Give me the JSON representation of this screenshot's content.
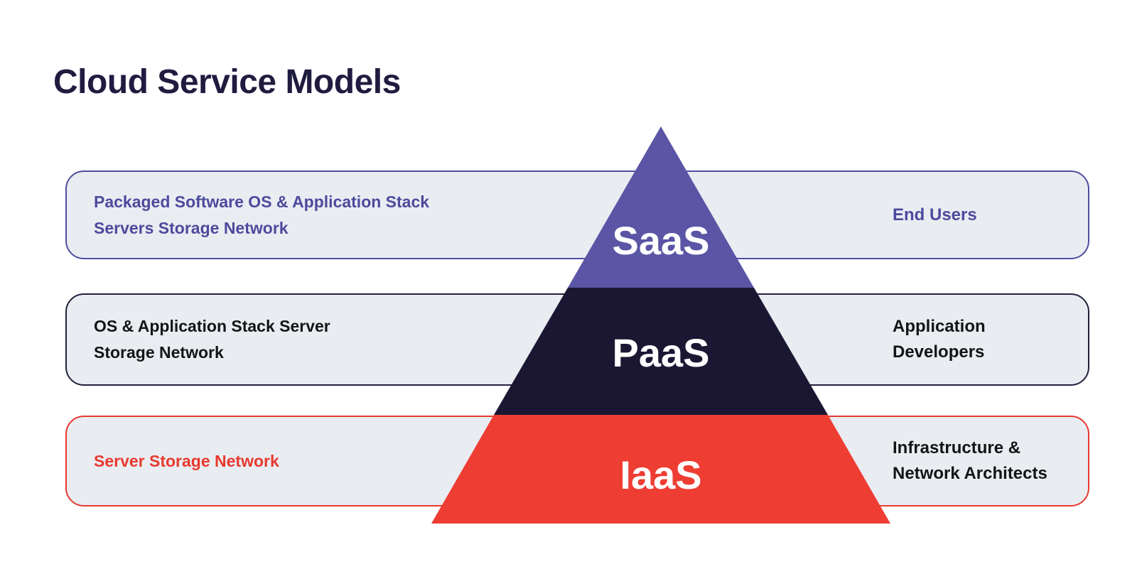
{
  "page": {
    "title": "Cloud Service Models"
  },
  "colors": {
    "saas_purple": "#5a55a5",
    "paas_dark_navy": "#1b1733",
    "iaas_red": "#ee3d33",
    "band_fill": "#e9edf2",
    "band1_accent": "#4c4a9c",
    "band2_accent": "#23203c",
    "band3_accent": "#e8392f",
    "title_color": "#201c40"
  },
  "pyramid": {
    "layers": [
      {
        "label": "SaaS",
        "color": "#5a55a5"
      },
      {
        "label": "PaaS",
        "color": "#1b1733"
      },
      {
        "label": "IaaS",
        "color": "#ee3d33"
      }
    ]
  },
  "rows": [
    {
      "left_lines": [
        "Packaged Software OS & Application Stack",
        "Servers Storage Network"
      ],
      "right_lines": [
        "End Users"
      ]
    },
    {
      "left_lines": [
        "OS & Application Stack Server",
        "Storage Network"
      ],
      "right_lines": [
        "Application",
        "Developers"
      ]
    },
    {
      "left_lines": [
        "Server Storage Network"
      ],
      "right_lines": [
        "Infrastructure &",
        "Network Architects"
      ]
    }
  ]
}
